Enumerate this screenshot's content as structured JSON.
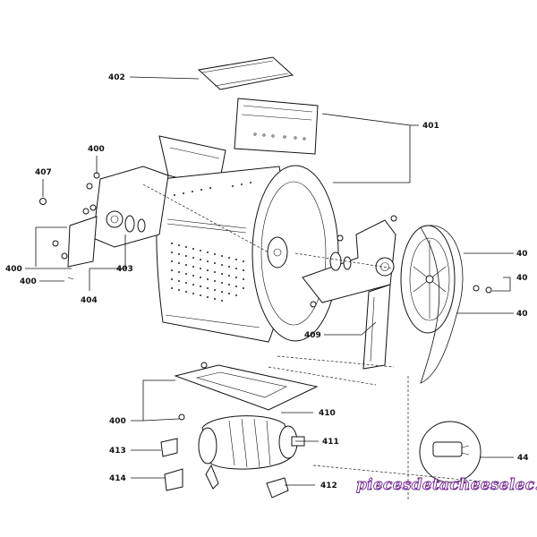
{
  "callouts": {
    "c402": "402",
    "c401": "401",
    "c400_top": "400",
    "c407": "407",
    "c400_left": "400",
    "c400_left2": "400",
    "c403": "403",
    "c404": "404",
    "c40_a": "40",
    "c40_b": "40",
    "c40_c": "40",
    "c409": "409",
    "c400_bottom": "400",
    "c410": "410",
    "c411": "411",
    "c413": "413",
    "c414": "414",
    "c412": "412",
    "c44": "44"
  },
  "watermark": "piecesdetacheeselec.com",
  "colors": {
    "line": "#111111",
    "watermark": "#6e1f8f",
    "background": "#ffffff"
  }
}
